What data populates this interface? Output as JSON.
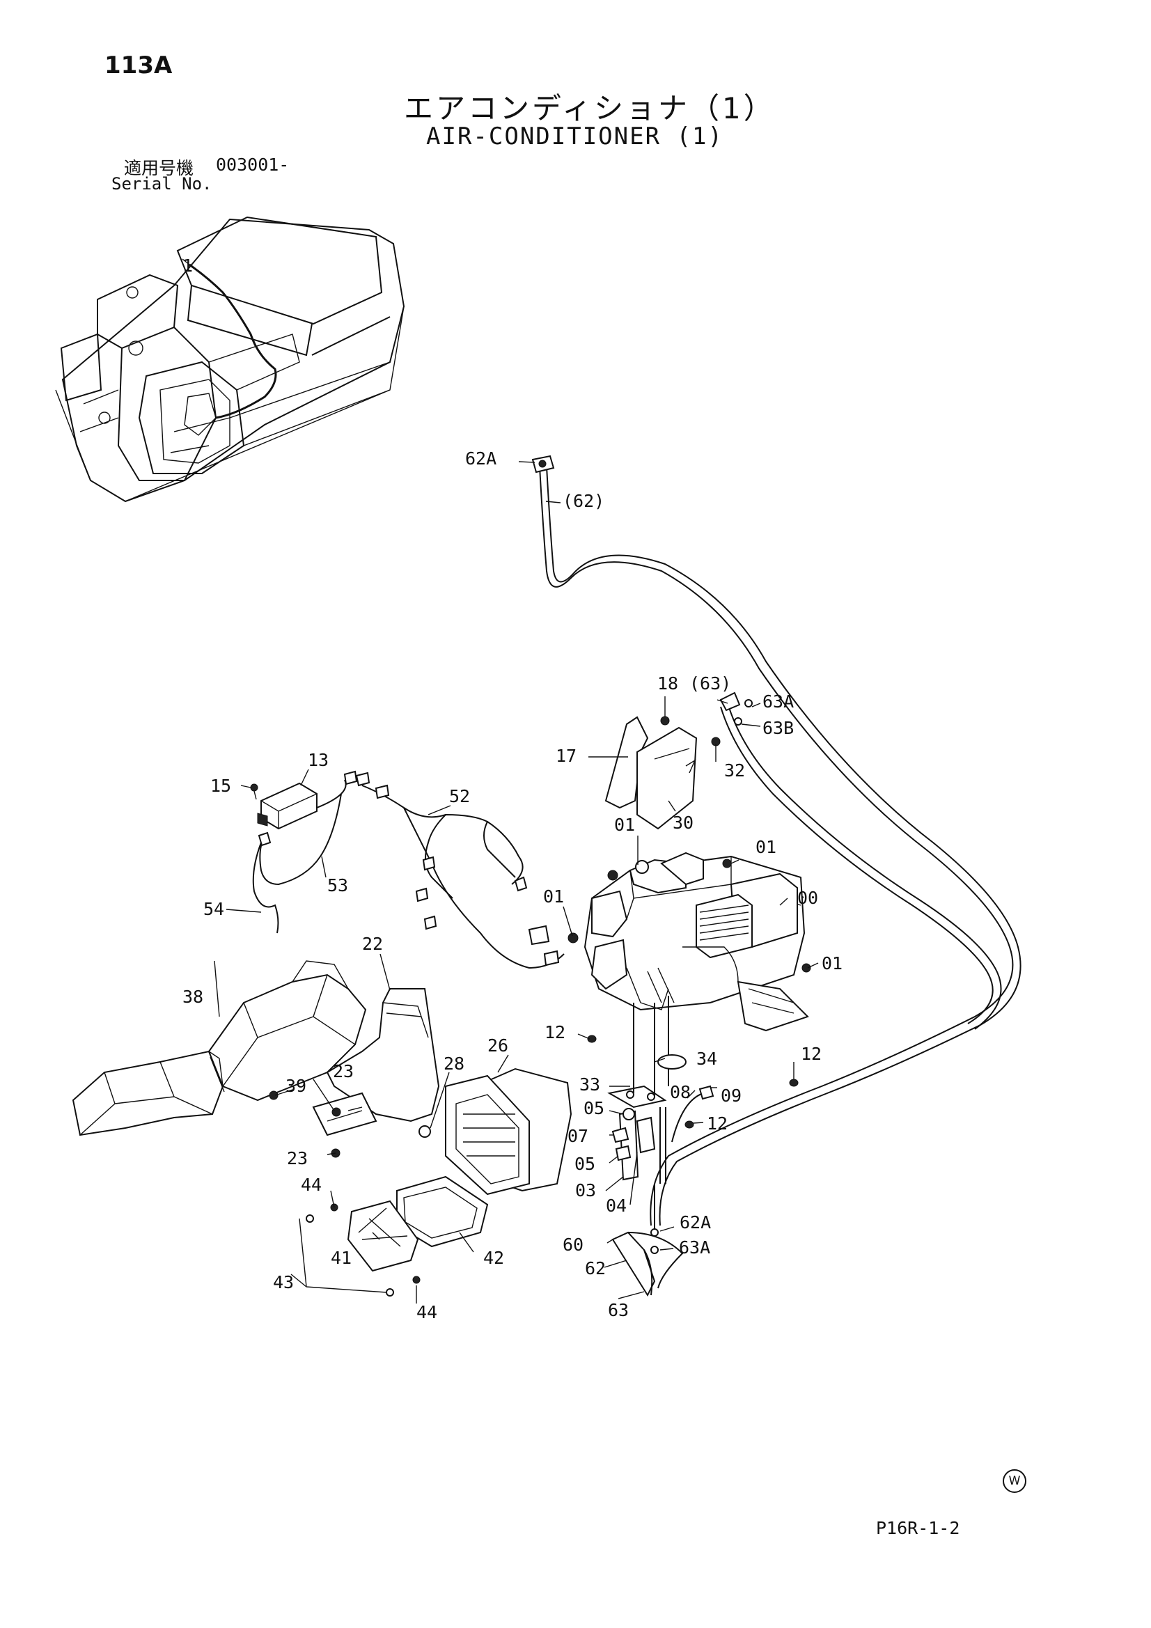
{
  "header": {
    "page_no": "113A",
    "title_jp": "エアコンディショナ（1）",
    "title_en": "AIR-CONDITIONER (1)",
    "serial_label_jp": "適用号機",
    "serial_value": "003001-",
    "serial_label_en": "Serial No."
  },
  "overview_callout": "1",
  "callouts": {
    "c62A_top": "62A",
    "c62_paren": "(62)",
    "c18": "18",
    "c63_paren": "(63)",
    "c63A_top": "63A",
    "c63B": "63B",
    "c17": "17",
    "c32": "32",
    "c30": "30",
    "c13": "13",
    "c15": "15",
    "c52": "52",
    "c53": "53",
    "c54": "54",
    "c01_a": "01",
    "c01_b": "01",
    "c01_c": "01",
    "c01_d": "01",
    "c00": "00",
    "c22": "22",
    "c38": "38",
    "c26": "26",
    "c28": "28",
    "c23_a": "23",
    "c39": "39",
    "c23_b": "23",
    "c12_a": "12",
    "c34": "34",
    "c12_b": "12",
    "c33": "33",
    "c08": "08",
    "c09": "09",
    "c05_a": "05",
    "c12_c": "12",
    "c07": "07",
    "c05_b": "05",
    "c03": "03",
    "c04": "04",
    "c44_a": "44",
    "c41": "41",
    "c42": "42",
    "c43": "43",
    "c44_b": "44",
    "c60": "60",
    "c62A_bottom": "62A",
    "c63A_bottom": "63A",
    "c62": "62",
    "c63": "63"
  },
  "footer": {
    "watermark": "W",
    "page_code": "P16R-1-2"
  }
}
